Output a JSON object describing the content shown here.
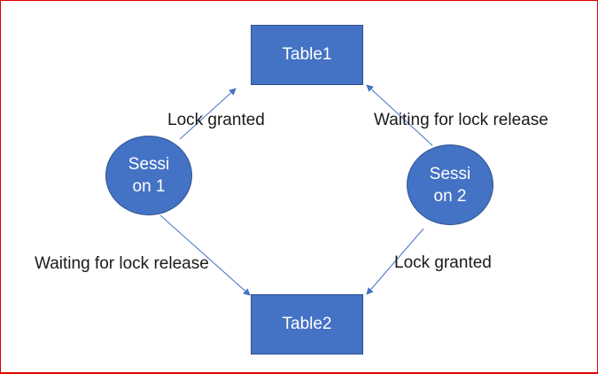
{
  "nodes": {
    "table1": "Table1",
    "table2": "Table2",
    "session1": {
      "line1": "Sessi",
      "line2": "on 1"
    },
    "session2": {
      "line1": "Sessi",
      "line2": "on 2"
    }
  },
  "edges": {
    "session1_to_table1": "Lock granted",
    "session2_to_table1": "Waiting for lock release",
    "session1_to_table2": "Waiting for lock release",
    "session2_to_table2": "Lock granted"
  },
  "colors": {
    "node_fill": "#4472c4",
    "node_border": "#2f528f",
    "arrow": "#4472c4",
    "frame_border": "#e00000"
  }
}
